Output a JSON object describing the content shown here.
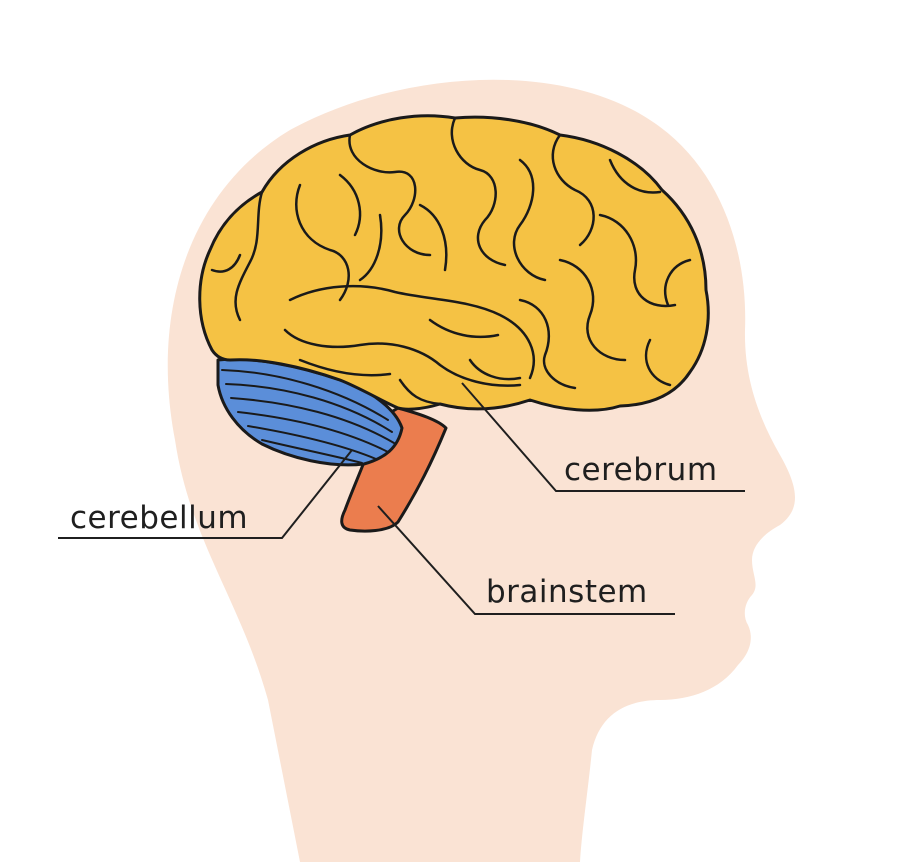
{
  "labels": {
    "cerebrum": "cerebrum",
    "cerebellum": "cerebellum",
    "brainstem": "brainstem"
  },
  "colors": {
    "head": "#fae3d4",
    "cerebrum": "#f5c244",
    "cerebellum": "#5b8ed9",
    "brainstem": "#eb7d4e",
    "outline": "#1a1a1a"
  }
}
